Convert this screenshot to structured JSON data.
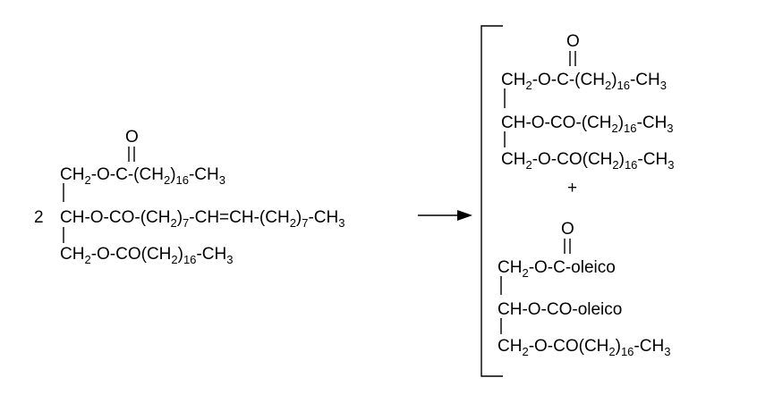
{
  "reactant": {
    "coefficient": "2",
    "carbonyl_oxygen": "O",
    "rows": [
      {
        "text": [
          "CH",
          "2",
          "-O-C-(CH",
          "2",
          ")",
          "16",
          "-CH",
          "3"
        ]
      },
      {
        "text": [
          "CH-O-CO-(CH",
          "2",
          ")",
          "7",
          "-CH=CH-(CH",
          "2",
          ")",
          "7",
          "-CH",
          "3"
        ]
      },
      {
        "text": [
          "CH",
          "2",
          "-O-CO(CH",
          "2",
          ")",
          "16",
          "-CH",
          "3"
        ]
      }
    ]
  },
  "products": [
    {
      "carbonyl_oxygen": "O",
      "rows": [
        {
          "text": [
            "CH",
            "2",
            "-O-C-(CH",
            "2",
            ")",
            "16",
            "-CH",
            "3"
          ]
        },
        {
          "text": [
            "CH-O-CO-(CH",
            "2",
            ")",
            "16",
            "-CH",
            "3"
          ]
        },
        {
          "text": [
            "CH",
            "2",
            "-O-CO(CH",
            "2",
            ")",
            "16",
            "-CH",
            "3"
          ]
        }
      ]
    },
    {
      "carbonyl_oxygen": "O",
      "rows": [
        {
          "text": [
            "CH",
            "2",
            "-O-C-oleico"
          ]
        },
        {
          "text": [
            "CH-O-CO-oleico"
          ]
        },
        {
          "text": [
            "CH",
            "2",
            "-O-CO(CH",
            "2",
            ")",
            "16",
            "-CH",
            "3"
          ]
        }
      ]
    }
  ],
  "plus_sign": "+"
}
